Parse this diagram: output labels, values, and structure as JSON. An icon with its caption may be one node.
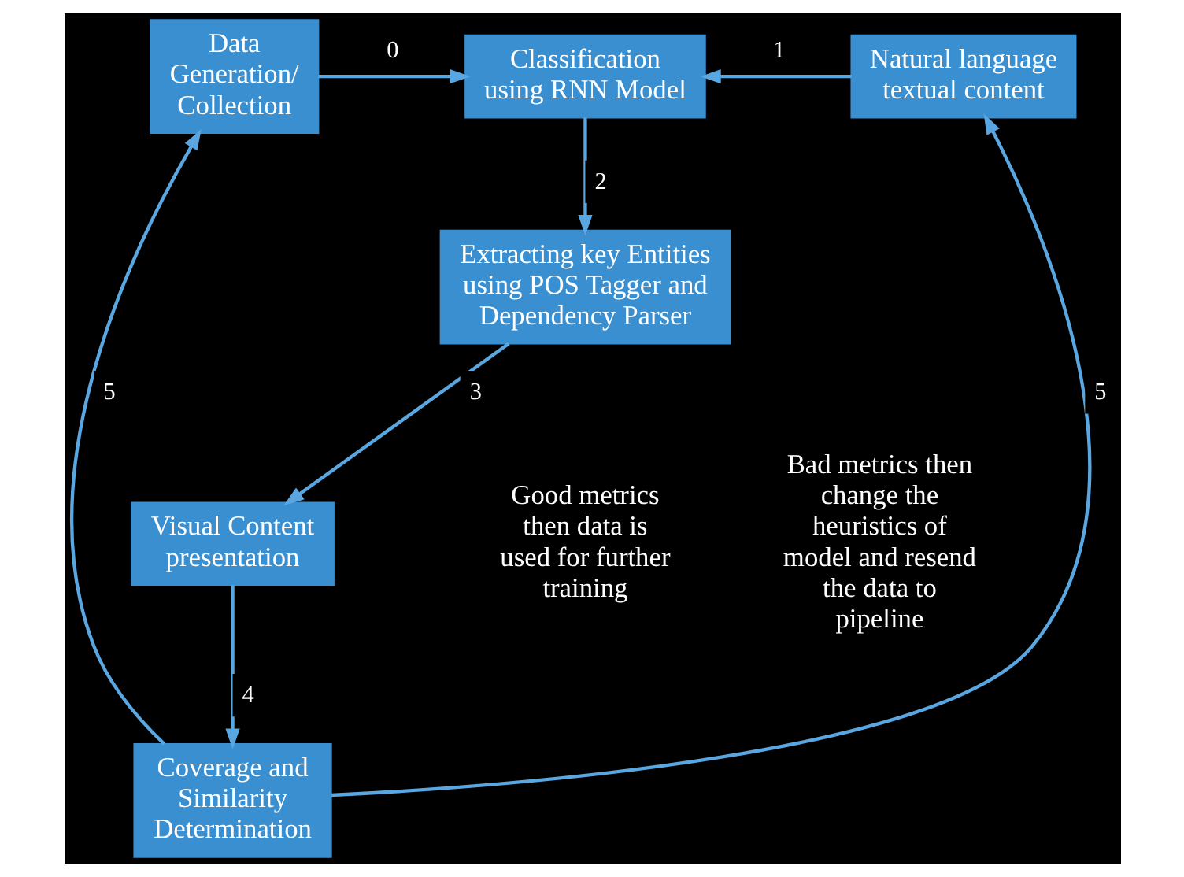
{
  "diagram": {
    "nodes": [
      {
        "text": [
          "Data Generation/ Collection"
        ]
      },
      {
        "text": [
          "Classification using RNN Model"
        ]
      },
      {
        "text": [
          "Natural language textual content"
        ]
      },
      {
        "text": [
          "Extracting key Entities using POS Tagger and Dependency Parser"
        ]
      },
      {
        "text": [
          "Visual Content presentation"
        ]
      },
      {
        "text": [
          "Coverage and Similarity Determination"
        ]
      }
    ],
    "edges": [
      {
        "from": 0,
        "to": 1,
        "arrow": "to",
        "label": "0"
      },
      {
        "from": 2,
        "to": 1,
        "arrow": "to",
        "label": "1"
      },
      {
        "from": 1,
        "to": 3,
        "arrow": "to",
        "label": "2"
      },
      {
        "from": 3,
        "to": 4,
        "arrow": "to",
        "label": "3"
      },
      {
        "from": 4,
        "to": 5,
        "arrow": "to",
        "label": "4"
      },
      {
        "from": 5,
        "to": 0,
        "arrow": "to",
        "label": "5"
      },
      {
        "from": 5,
        "to": 2,
        "arrow": "to",
        "label": "5"
      }
    ],
    "labels": [
      "Good metrics then data is used for further training",
      "Bad metrics then change the heuristics of model and resend the data to pipeline"
    ]
  }
}
